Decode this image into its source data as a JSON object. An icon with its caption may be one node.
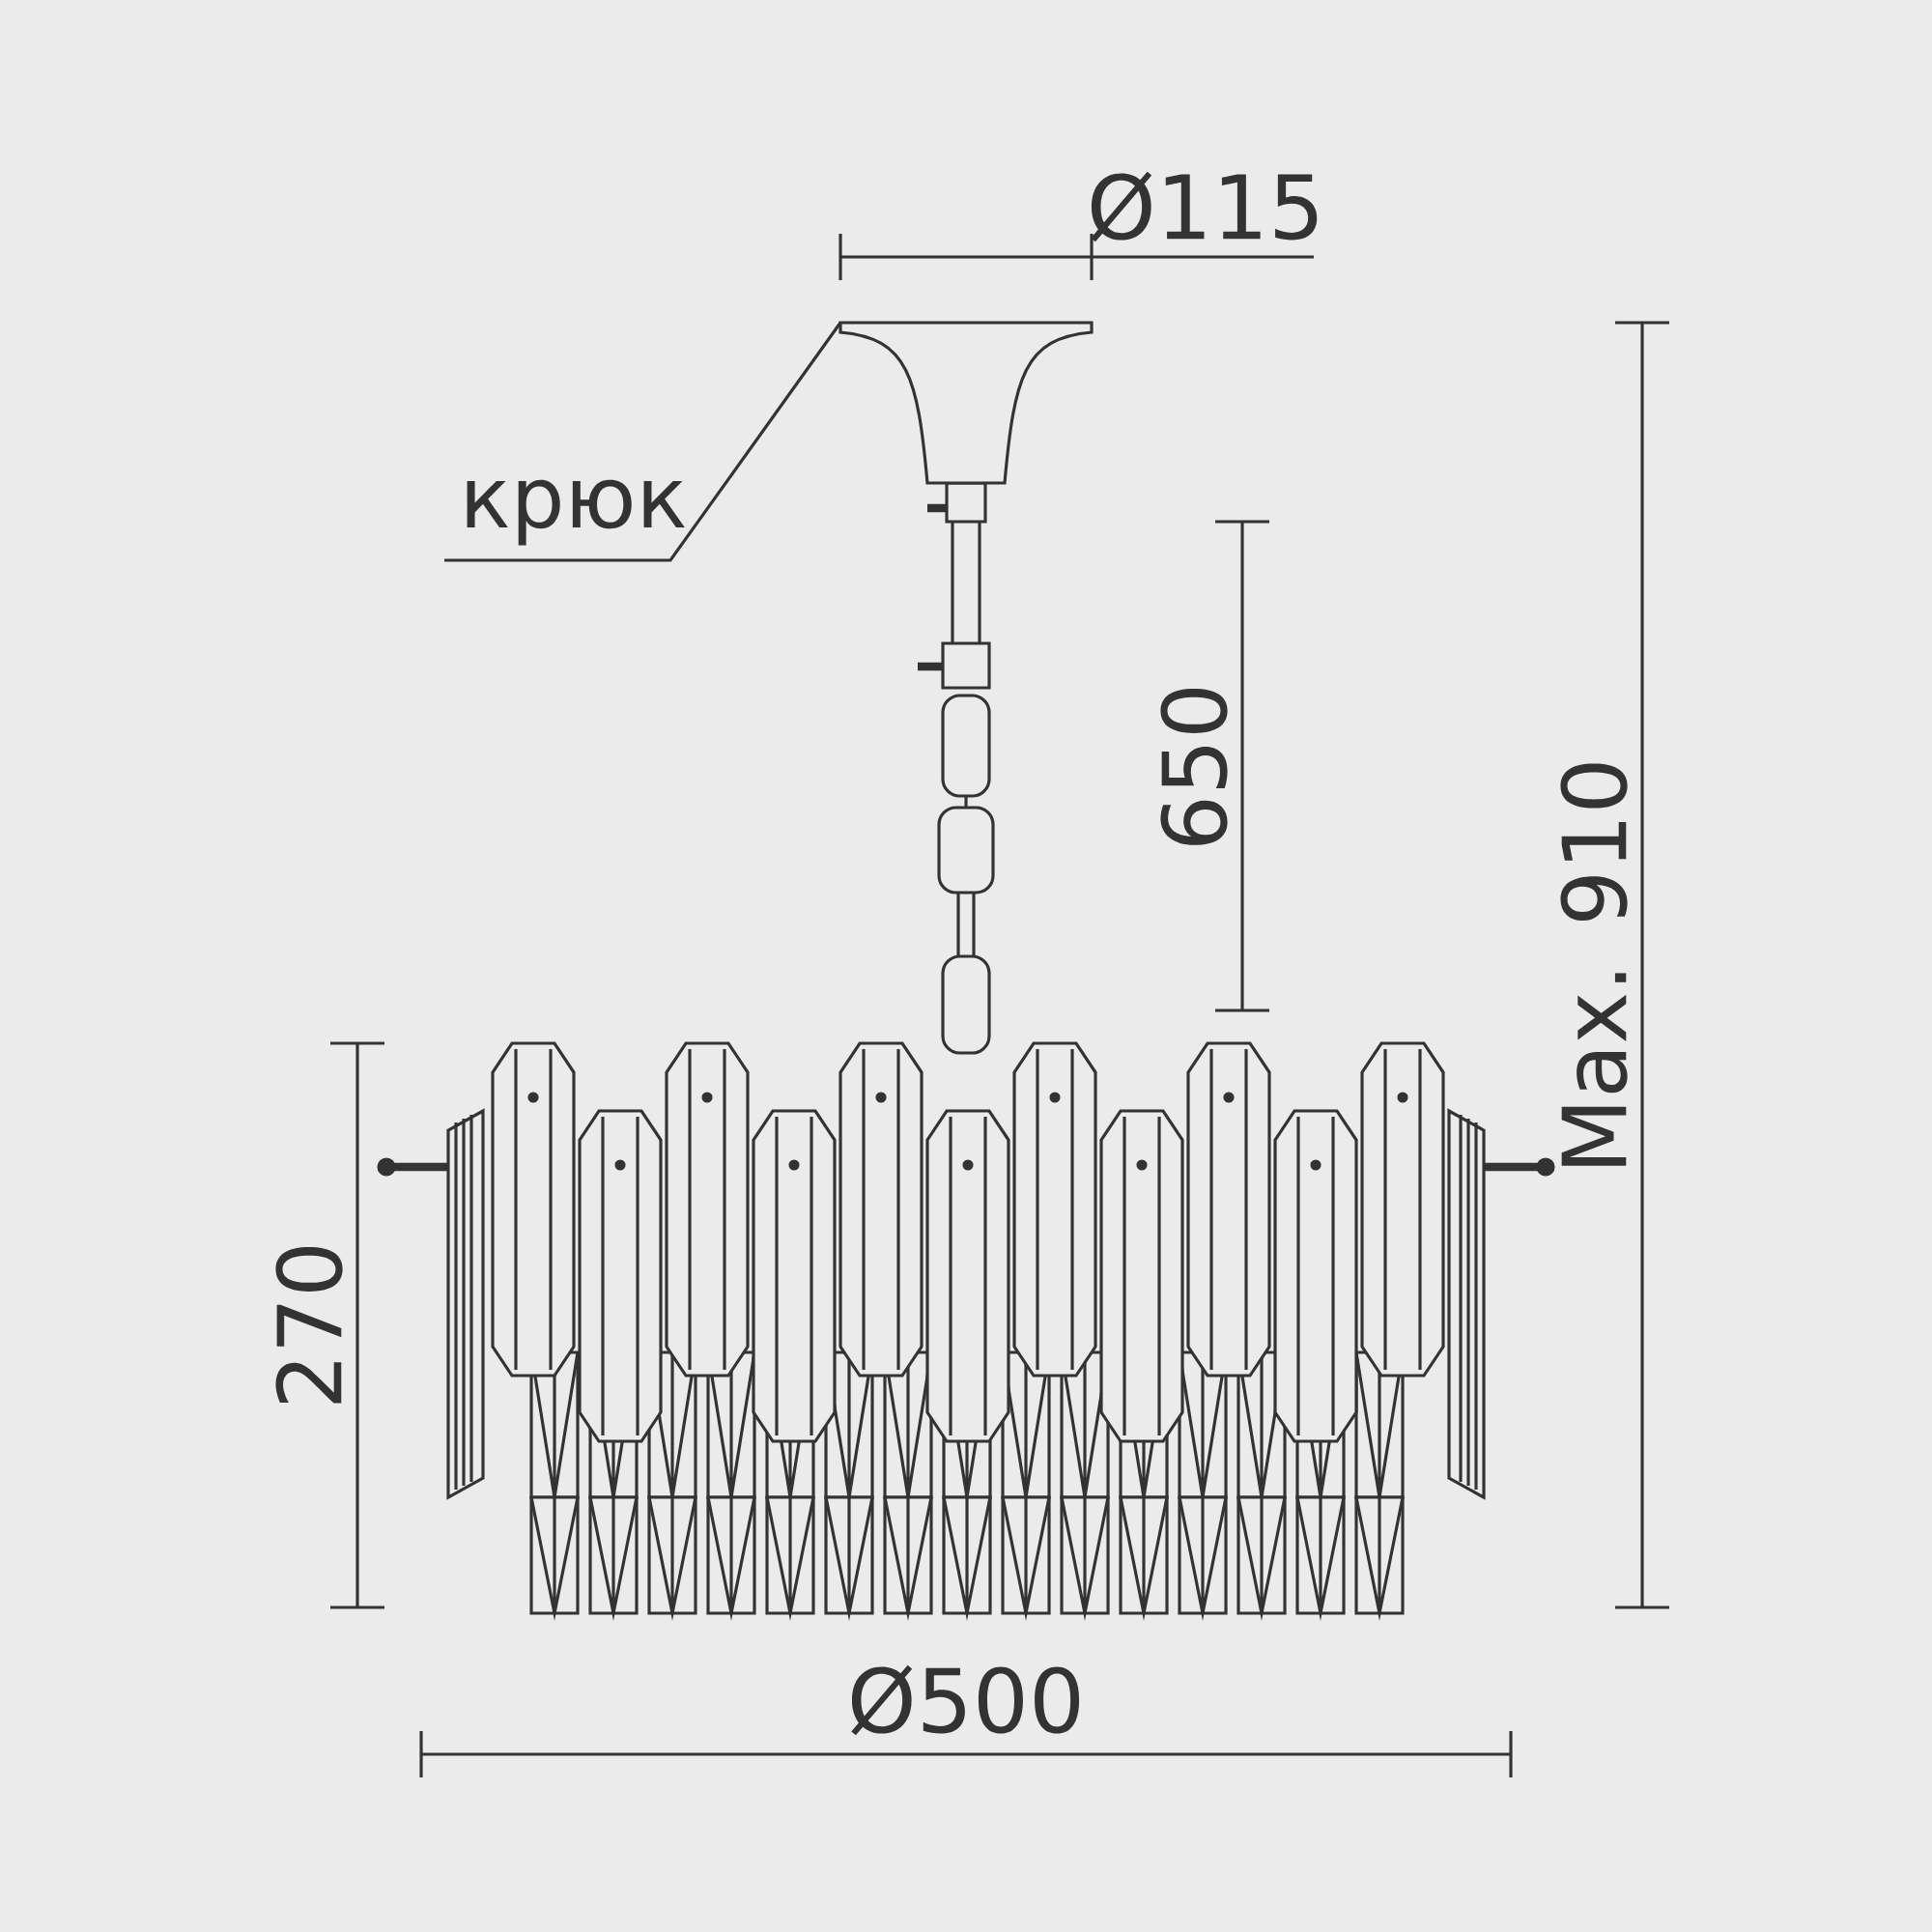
{
  "diagram": {
    "nodes": [
      {
        "text": [
          "крюк"
        ]
      },
      {
        "text": [],
        "shape": "picture"
      }
    ],
    "edges": [
      {
        "from": 0,
        "to": 1,
        "arrow": "none"
      }
    ],
    "labels": [
      "Ø115",
      "650",
      "Max. 910",
      "270",
      "Ø500"
    ]
  }
}
